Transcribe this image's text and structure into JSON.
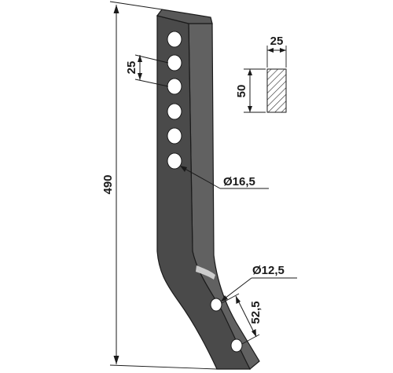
{
  "dimensions": {
    "total_length": "490",
    "hole_pitch_upper": "25",
    "upper_hole_diameter": "Ø16,5",
    "lower_hole_diameter": "Ø12,5",
    "lower_hole_spacing": "52,5",
    "section_width": "25",
    "section_height": "50"
  },
  "colors": {
    "steel_face": "#4a4a4a",
    "steel_side": "#616161",
    "steel_top": "#585858",
    "outline": "#1a1a1a",
    "hole": "#ffffff",
    "hatch": "#333333"
  }
}
